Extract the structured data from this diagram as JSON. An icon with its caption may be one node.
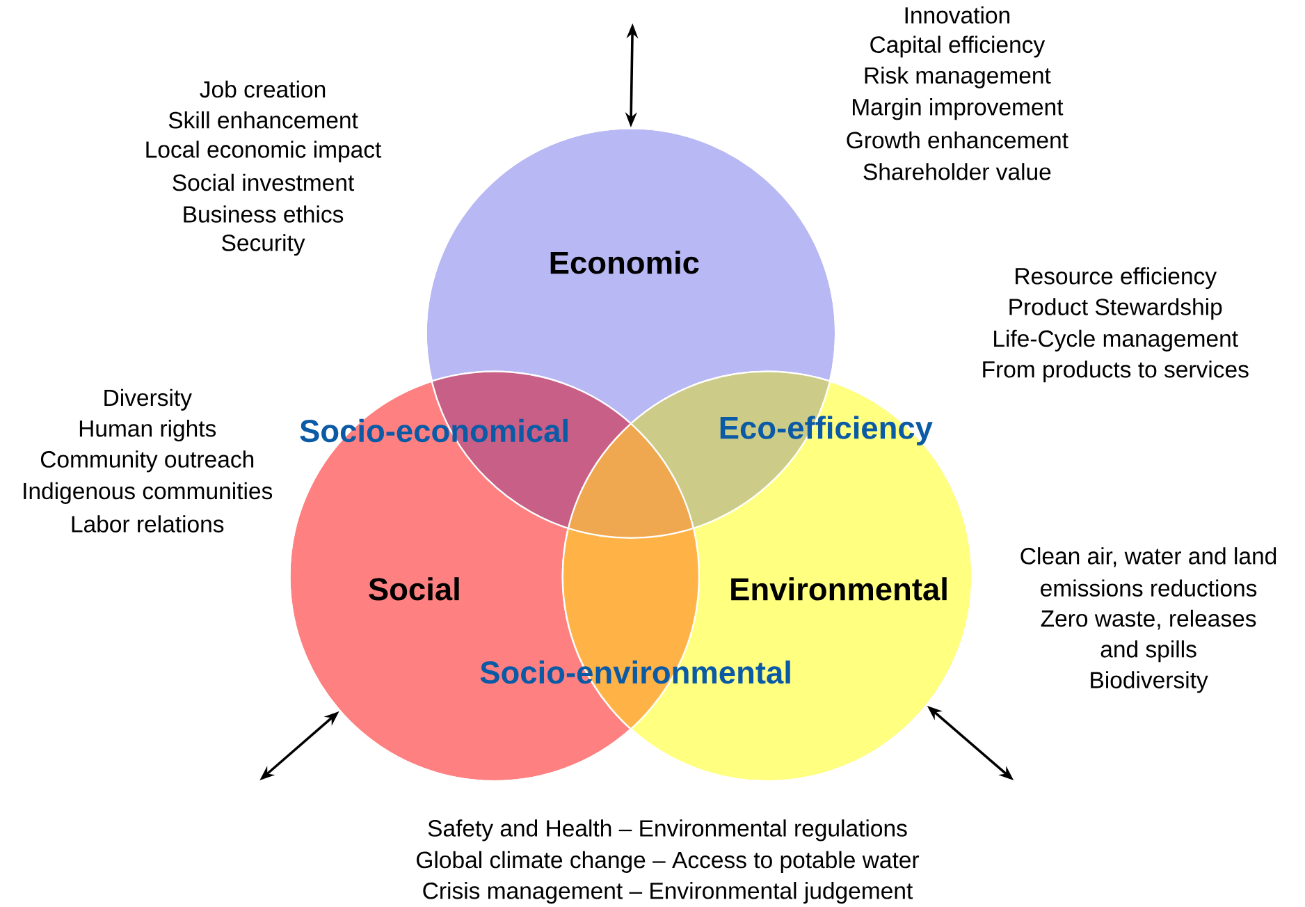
{
  "diagram": {
    "nodes": [
      {
        "text": [
          "Economic"
        ]
      },
      {
        "text": [
          "Social"
        ]
      },
      {
        "text": [
          "Environmental"
        ]
      }
    ],
    "edges": [
      {
        "from": null,
        "to": 0,
        "arrow": "both"
      },
      {
        "from": null,
        "to": 1,
        "arrow": "both"
      },
      {
        "from": null,
        "to": 2,
        "arrow": "both"
      }
    ],
    "labels": [
      "Innovation",
      "Capital efficiency",
      "Risk management",
      "Margin improvement",
      "Growth enhancement",
      "Shareholder value",
      "Job creation",
      "Skill enhancement",
      "Local economic impact",
      "Social investment",
      "Business ethics",
      "Security",
      "Resource efficiency",
      "Product Stewardship",
      "Life-Cycle management",
      "From products to services",
      "Diversity",
      "Human rights",
      "Community outreach",
      "Indigenous communities",
      "Labor relations",
      "Socio-economical",
      "Eco-efficiency",
      "Socio-environmental",
      "Clean air, water and land",
      "emissions reductions",
      "Zero waste, releases",
      "and spills",
      "Biodiversity",
      "Safety and Health – Environmental regulations",
      "Global climate change – Access to potable water",
      "Crisis management – Environmental judgement"
    ]
  }
}
